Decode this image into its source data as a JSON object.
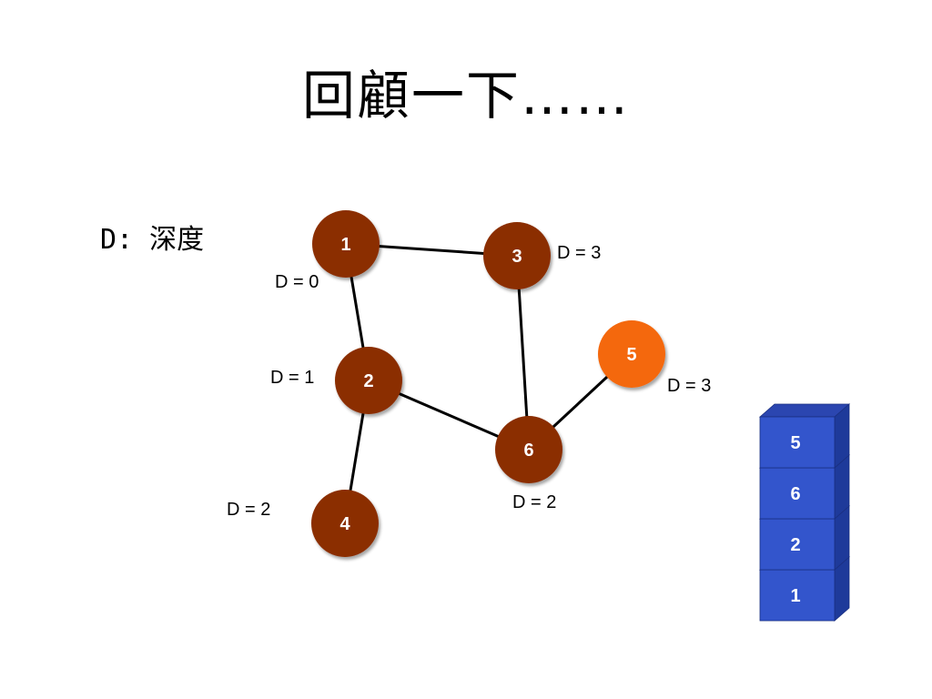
{
  "title": "回顧一下……",
  "legend": "D: 深度",
  "colors": {
    "node": "#8B2E04",
    "node_current": "#F4680E",
    "stack_front": "#3355CC",
    "stack_top": "#2B46B0",
    "stack_side": "#1E3A9A"
  },
  "graph": {
    "nodes": [
      {
        "id": "1",
        "depth_label": "D = 0",
        "current": false
      },
      {
        "id": "3",
        "depth_label": "D = 3",
        "current": false
      },
      {
        "id": "2",
        "depth_label": "D = 1",
        "current": false
      },
      {
        "id": "5",
        "depth_label": "D = 3",
        "current": true
      },
      {
        "id": "6",
        "depth_label": "D = 2",
        "current": false
      },
      {
        "id": "4",
        "depth_label": "D = 2",
        "current": false
      }
    ],
    "edges": [
      [
        "1",
        "3"
      ],
      [
        "1",
        "2"
      ],
      [
        "3",
        "6"
      ],
      [
        "2",
        "6"
      ],
      [
        "6",
        "5"
      ],
      [
        "2",
        "4"
      ]
    ]
  },
  "stack": {
    "items_top_to_bottom": [
      "5",
      "6",
      "2",
      "1"
    ]
  }
}
